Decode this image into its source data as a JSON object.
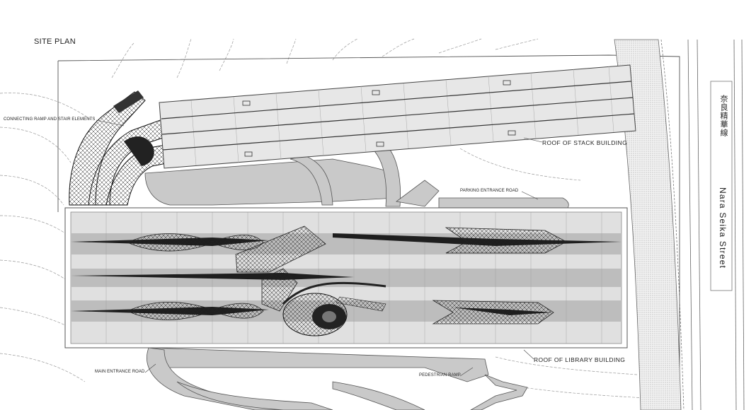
{
  "labels": {
    "title": "SITE PLAN",
    "connecting_ramp": "CONNECTING RAMP AND STAIR ELEMENTS",
    "roof_stack": "ROOF OF STACK BUILDING",
    "parking_road": "PARKING ENTRANCE ROAD",
    "roof_library": "ROOF OF LIBRARY BUILDING",
    "main_road": "MAIN ENTRANCE ROAD",
    "pedestrian_ramp": "PEDESTRIAN RAMP",
    "railway_jp": "奈良精華線",
    "street": "Nara Seika Street"
  },
  "colors": {
    "line": "#4a4a4a",
    "roof_fill": "#e6e6e6",
    "ground_fill": "#c8c8c8",
    "mesh": "#2a2a2a"
  }
}
